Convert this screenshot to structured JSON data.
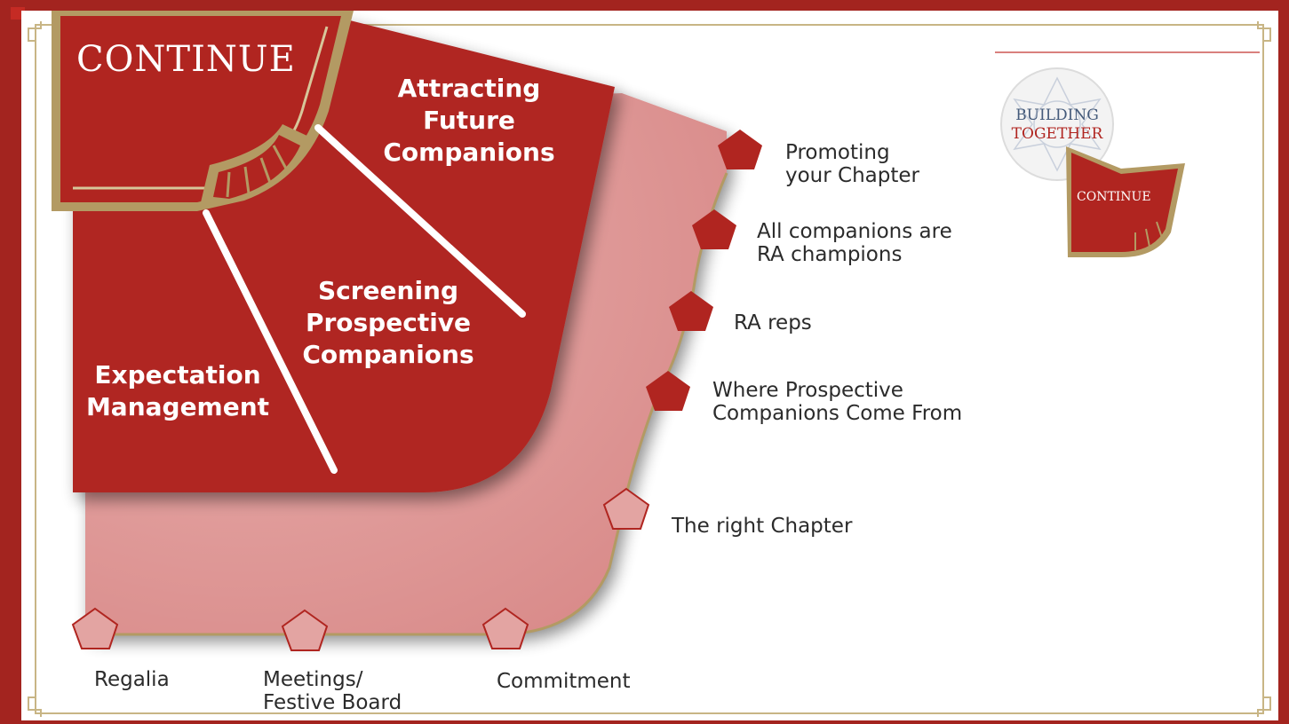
{
  "main_title": "CONTINUE",
  "segments": [
    {
      "label": "Attracting\nFuture\nCompanions"
    },
    {
      "label": "Screening\nProspective\nCompanions"
    },
    {
      "label": "Expectation\nManagement"
    }
  ],
  "side_items": [
    {
      "label": "Promoting\nyour Chapter"
    },
    {
      "label": "All companions are\nRA champions"
    },
    {
      "label": "RA reps"
    },
    {
      "label": "Where Prospective\nCompanions Come From"
    },
    {
      "label": "The right Chapter"
    }
  ],
  "bottom_items": [
    {
      "label": "Regalia"
    },
    {
      "label": "Meetings/\nFestive Board"
    },
    {
      "label": "Commitment"
    }
  ],
  "logo": {
    "line1": "BUILDING",
    "line2": "TOGETHER",
    "badge_title": "CONTINUE"
  },
  "colors": {
    "frame": "#a3241f",
    "panel_red": "#b02520",
    "panel_pink": "#d98b8a",
    "gold": "#b39a63"
  }
}
